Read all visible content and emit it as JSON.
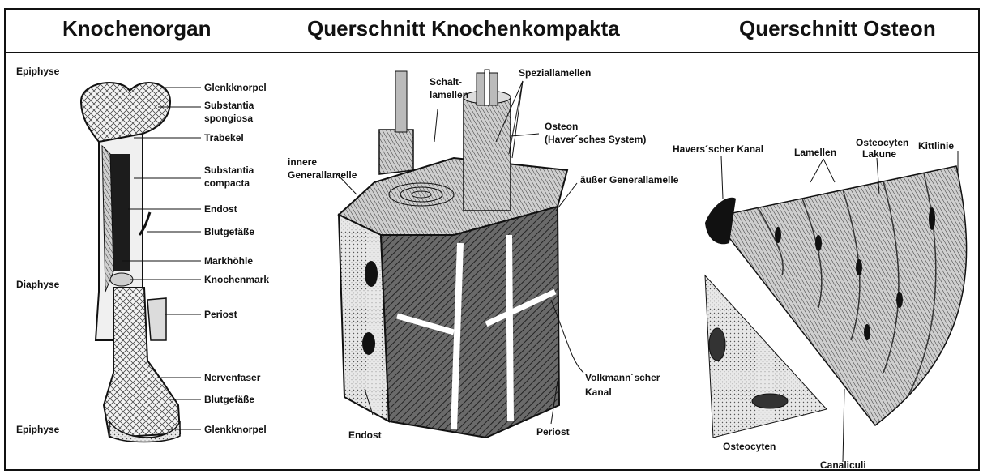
{
  "titles": {
    "panel_1": "Knochenorgan",
    "panel_2": "Querschnitt Knochenkompakta",
    "panel_3": "Querschnitt Osteon"
  },
  "panel_1": {
    "zones": {
      "epiphyse_top": "Epiphyse",
      "diaphyse": "Diaphyse",
      "epiphyse_bottom": "Epiphyse"
    },
    "labels": {
      "glenkknorpel_top": "Glenkknorpel",
      "substantia_spongiosa_1": "Substantia",
      "substantia_spongiosa_2": "spongiosa",
      "trabekel": "Trabekel",
      "substantia_compacta_1": "Substantia",
      "substantia_compacta_2": "compacta",
      "endost": "Endost",
      "blutgefaesse_1": "Blutgefäße",
      "markhoehle": "Markhöhle",
      "knochenmark": "Knochenmark",
      "periost": "Periost",
      "nervenfaser": "Nervenfaser",
      "blutgefaesse_2": "Blutgefäße",
      "glenkknorpel_bottom": "Glenkknorpel"
    }
  },
  "panel_2": {
    "labels": {
      "schalt_1": "Schalt-",
      "schalt_2": "lamellen",
      "speziallamellen": "Speziallamellen",
      "osteon_1": "Osteon",
      "osteon_2": "(Haver´sches System)",
      "innere_1": "innere",
      "innere_2": "Generallamelle",
      "aeusser": "äußer Generallamelle",
      "volkmann_1": "Volkmann´scher",
      "volkmann_2": "Kanal",
      "endost": "Endost",
      "periost": "Periost"
    }
  },
  "panel_3": {
    "labels": {
      "havers_kanal": "Havers´scher Kanal",
      "lamellen": "Lamellen",
      "osteocyten_lakune_1": "Osteocyten",
      "osteocyten_lakune_2": "Lakune",
      "kittlinie": "Kittlinie",
      "osteocyten": "Osteocyten",
      "canaliculi": "Canaliculi"
    }
  }
}
